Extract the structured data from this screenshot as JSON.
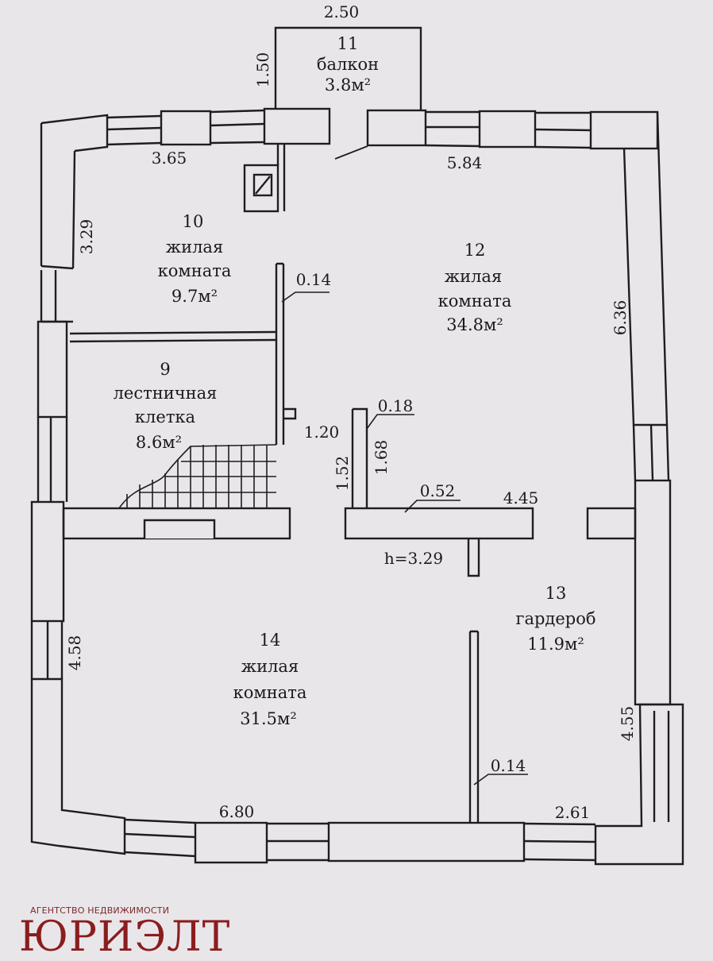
{
  "rooms": {
    "balcony": {
      "number": "11",
      "name": "балкон",
      "area": "3.8м²"
    },
    "room10": {
      "number": "10",
      "line1": "жилая",
      "line2": "комната",
      "area": "9.7м²"
    },
    "room9": {
      "number": "9",
      "line1": "лестничная",
      "line2": "клетка",
      "area": "8.6м²"
    },
    "room12": {
      "number": "12",
      "line1": "жилая",
      "line2": "комната",
      "area": "34.8м²"
    },
    "room13": {
      "number": "13",
      "name": "гардероб",
      "area": "11.9м²"
    },
    "room14": {
      "number": "14",
      "line1": "жилая",
      "line2": "комната",
      "area": "31.5м²"
    }
  },
  "dimensions": {
    "balcony_width": "2.50",
    "balcony_depth": "1.50",
    "room10_width": "3.65",
    "room10_depth": "3.29",
    "room12_width": "5.84",
    "room12_depth": "6.36",
    "wall_upper": "0.14",
    "opening": "1.20",
    "partition_thickness": "0.18",
    "partition_a": "1.52",
    "partition_b": "1.68",
    "beam": "0.52",
    "room13_width": "4.45",
    "ceiling_height": "h=3.29",
    "room14_depth": "4.58",
    "room13_depth": "4.55",
    "wall_lower": "0.14",
    "room14_width": "6.80",
    "room13_bottom": "2.61"
  },
  "brand": {
    "subtitle": "АГЕНТСТВО НЕДВИЖИМОСТИ",
    "name": "ЮРИЭЛТ"
  },
  "colors": {
    "paper": "#e9e6ea",
    "ink": "#1b1b1b",
    "brand": "#8b1d1d"
  }
}
